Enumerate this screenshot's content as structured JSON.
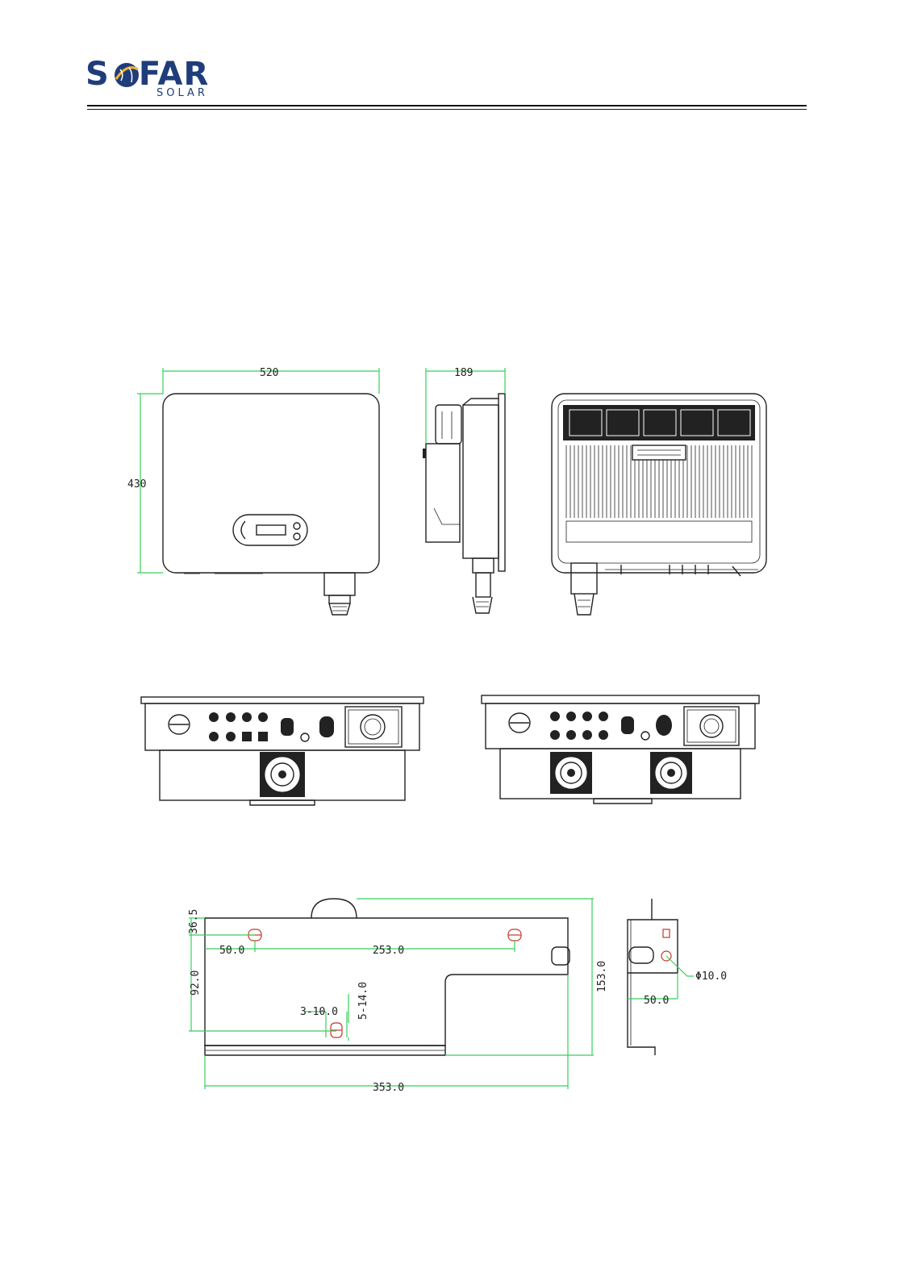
{
  "header": {
    "logo_text_left": "S",
    "logo_text_right": "FAR",
    "logo_sub": "SOLAR",
    "brand_color": "#1f3d7a",
    "accent_color": "#f2b530"
  },
  "front_view": {
    "width_label": "520",
    "height_label": "430"
  },
  "side_view": {
    "depth_label": "189"
  },
  "bracket": {
    "dim_top_left": "36.5",
    "dim_hole_offset": "50.0",
    "dim_hole_spacing": "253.0",
    "dim_vertical": "92.0",
    "dim_slot_label": "3-10.0",
    "dim_slot_height": "5-14.0",
    "dim_total_height": "153.0",
    "dim_total_width": "353.0",
    "side_hole_dia": "Φ10.0",
    "side_offset": "50.0"
  }
}
